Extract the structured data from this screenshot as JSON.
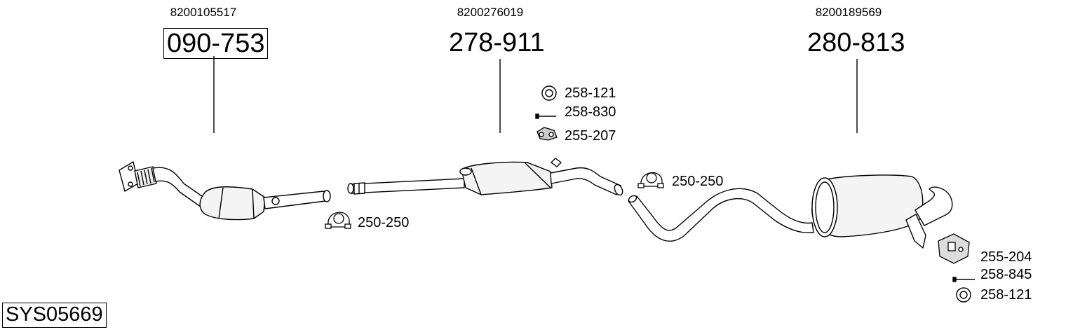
{
  "system_code": "SYS05669",
  "parts": [
    {
      "oe_number": "8200105517",
      "part_number": "090-753"
    },
    {
      "oe_number": "8200276019",
      "part_number": "278-911"
    },
    {
      "oe_number": "8200189569",
      "part_number": "280-813"
    }
  ],
  "accessories": {
    "clamp_1": "250-250",
    "ring_1": "258-121",
    "bolt_1": "258-830",
    "hanger_1": "255-207",
    "clamp_2": "250-250",
    "hanger_2": "255-204",
    "bolt_2": "258-845",
    "ring_2": "258-121"
  }
}
